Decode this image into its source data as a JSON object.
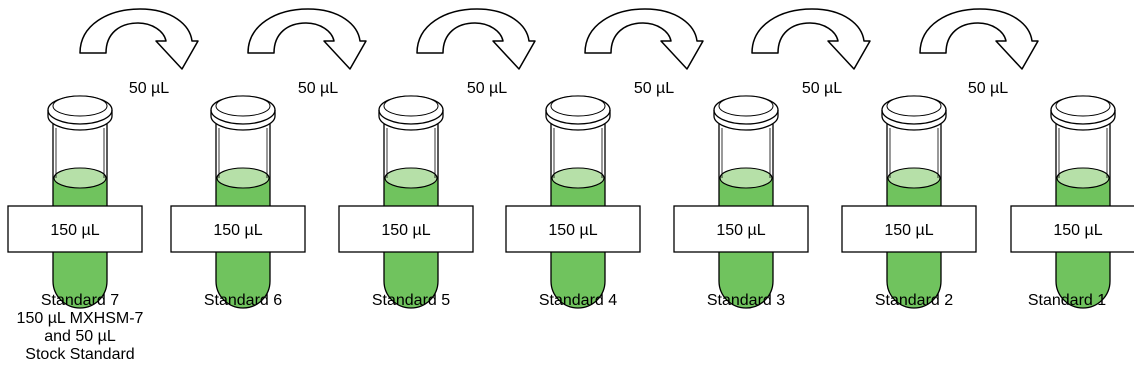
{
  "arrows": [
    {
      "icon": "curved-arrow-icon",
      "volume": "50 µL"
    },
    {
      "icon": "curved-arrow-icon",
      "volume": "50 µL"
    },
    {
      "icon": "curved-arrow-icon",
      "volume": "50 µL"
    },
    {
      "icon": "curved-arrow-icon",
      "volume": "50 µL"
    },
    {
      "icon": "curved-arrow-icon",
      "volume": "50 µL"
    },
    {
      "icon": "curved-arrow-icon",
      "volume": "50 µL"
    }
  ],
  "tubes": [
    {
      "icon": "tube-icon",
      "volume": "150 µL",
      "label": "Standard 7\n150 µL MXHSM-7\nand 50 µL\nStock Standard"
    },
    {
      "icon": "tube-icon",
      "volume": "150 µL",
      "label": "Standard 6"
    },
    {
      "icon": "tube-icon",
      "volume": "150 µL",
      "label": "Standard 5"
    },
    {
      "icon": "tube-icon",
      "volume": "150 µL",
      "label": "Standard 4"
    },
    {
      "icon": "tube-icon",
      "volume": "150 µL",
      "label": "Standard 3"
    },
    {
      "icon": "tube-icon",
      "volume": "150 µL",
      "label": "Standard 2"
    },
    {
      "icon": "tube-icon",
      "volume": "150 µL",
      "label": "Standard 1"
    }
  ],
  "colors": {
    "liquid": "#70c35e",
    "liquid_surface": "#b6e0a8",
    "outline": "#000000",
    "background": "#ffffff"
  }
}
